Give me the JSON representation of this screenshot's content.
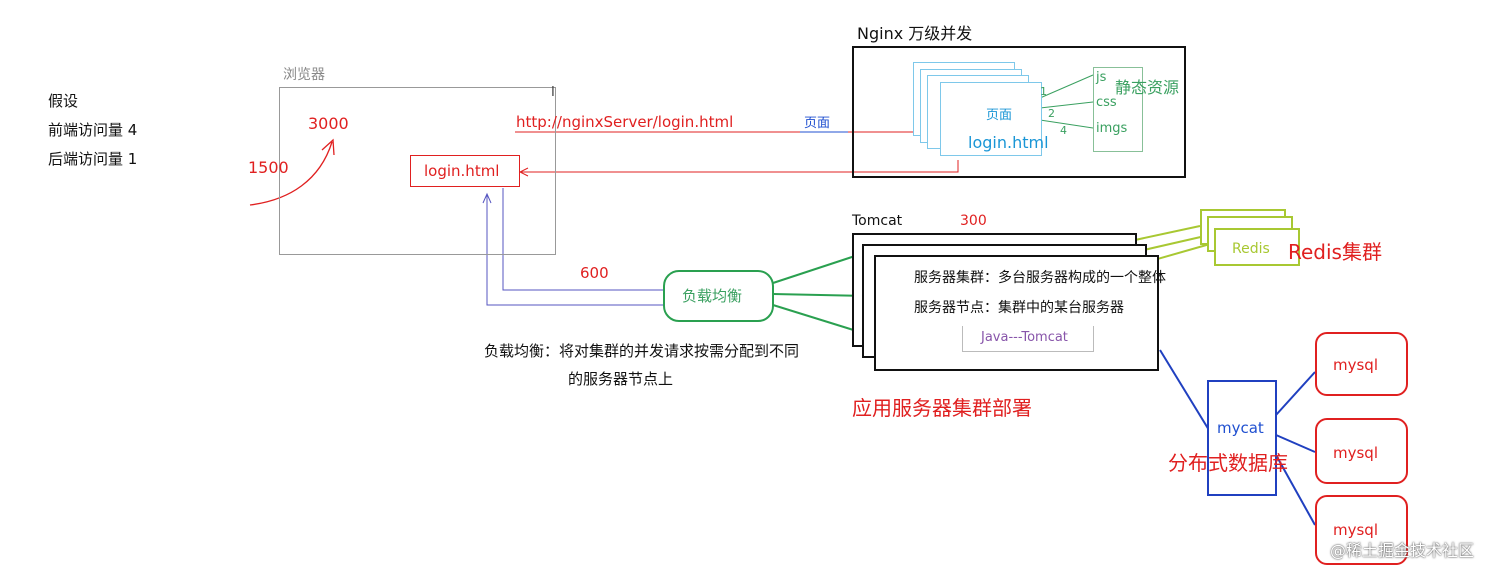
{
  "assumption": {
    "title": "假设",
    "frontend": "前端访问量  4",
    "backend": "后端访问量  1"
  },
  "browser": {
    "label": "浏览器",
    "count_inner": "3000",
    "count_outer": "1500",
    "url": "http://nginxServer/login.html",
    "page_box": "login.html",
    "cursor": "I"
  },
  "nginx": {
    "title": "Nginx   万级并发",
    "page_label": "页面",
    "page_file": "login.html",
    "static_title": "静态资源",
    "static_items": [
      "js",
      "css",
      "imgs"
    ],
    "arrow_label": "页面",
    "marks": [
      "1",
      "2",
      "4"
    ]
  },
  "load_balancer": {
    "label": "负载均衡",
    "count": "600",
    "desc_line1": "负载均衡：将对集群的并发请求按需分配到不同",
    "desc_line2": "的服务器节点上"
  },
  "tomcat": {
    "title": "Tomcat",
    "count": "300",
    "line1": "服务器集群：多台服务器构成的一个整体",
    "line2": "服务器节点：集群中的某台服务器",
    "inner": "Java---Tomcat",
    "caption": "应用服务器集群部署"
  },
  "redis": {
    "box": "Redis",
    "caption": "Redis集群"
  },
  "database": {
    "mycat": "mycat",
    "caption": "分布式数据库",
    "nodes": [
      "mysql",
      "mysql",
      "mysql"
    ]
  },
  "watermark": "@稀土掘金技术社区",
  "colors": {
    "red": "#e02020",
    "blue": "#2050d0",
    "green": "#2aa050",
    "cyan": "#1a96d6",
    "yellowgreen": "#a8c832"
  }
}
